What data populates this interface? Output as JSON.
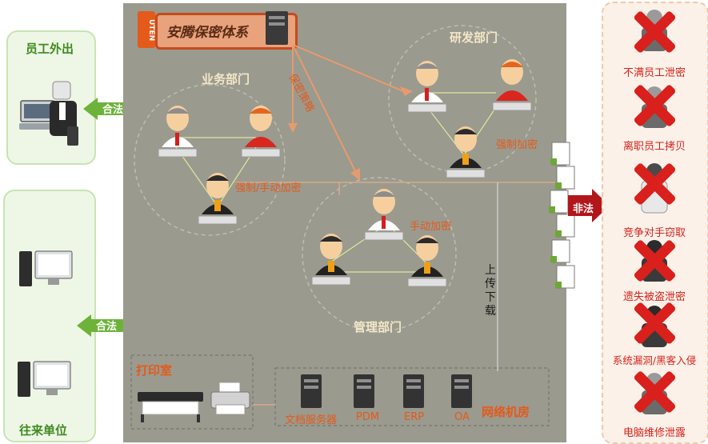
{
  "banner": {
    "title": "安腾保密体系",
    "logo": "UTEN"
  },
  "left_panels": {
    "employee_out": "员工外出",
    "partner": "往来单位",
    "legal_1": "合法",
    "legal_2": "合法"
  },
  "departments": {
    "business": "业务部门",
    "rnd": "研发部门",
    "management": "管理部门",
    "print_room": "打印室",
    "network_room": "网络机房"
  },
  "annotations": {
    "security_policy": "保密策略",
    "forced_encrypt_rnd": "强制加密",
    "forced_manual_encrypt": "强制/手动加密",
    "manual_encrypt": "手动加密",
    "upload_download": "上传下载",
    "illegal": "非法"
  },
  "servers": [
    "文档服务器",
    "PDM",
    "ERP",
    "OA"
  ],
  "threats": [
    "不满员工泄密",
    "离职员工拷贝",
    "竞争对手窃取",
    "遗失被盗泄密",
    "系统漏洞/黑客入侵",
    "电脑维修泄露"
  ],
  "colors": {
    "canvas": "#9b9a8e",
    "accent_orange": "#e35a1b",
    "threat_red": "#d2231d",
    "legal_green": "#5aa62a"
  }
}
